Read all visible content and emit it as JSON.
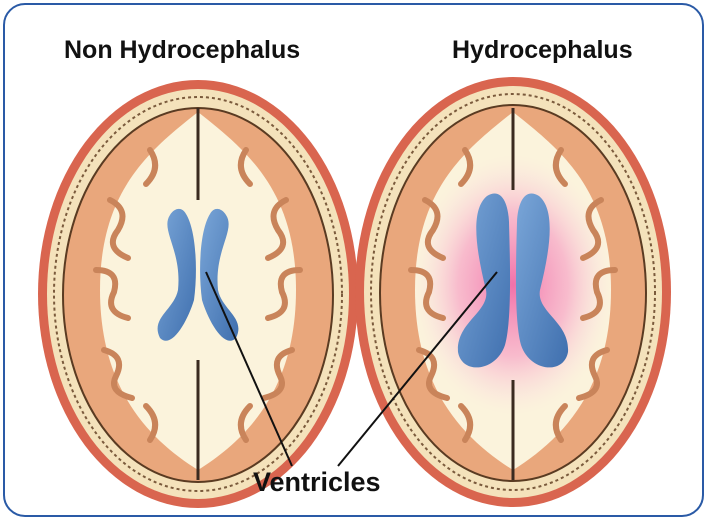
{
  "titles": {
    "left": "Non Hydrocephalus",
    "right": "Hydrocephalus"
  },
  "labels": {
    "ventricles": "Ventricles"
  },
  "colors": {
    "frame_border": "#2a5aa6",
    "scalp": "#d9654f",
    "bone": "#f3e6c4",
    "gray_matter": "#e9a77c",
    "white_matter": "#fbf3dc",
    "ventricle": "#5f8fcb",
    "edema_glow": "#f28ab5"
  }
}
